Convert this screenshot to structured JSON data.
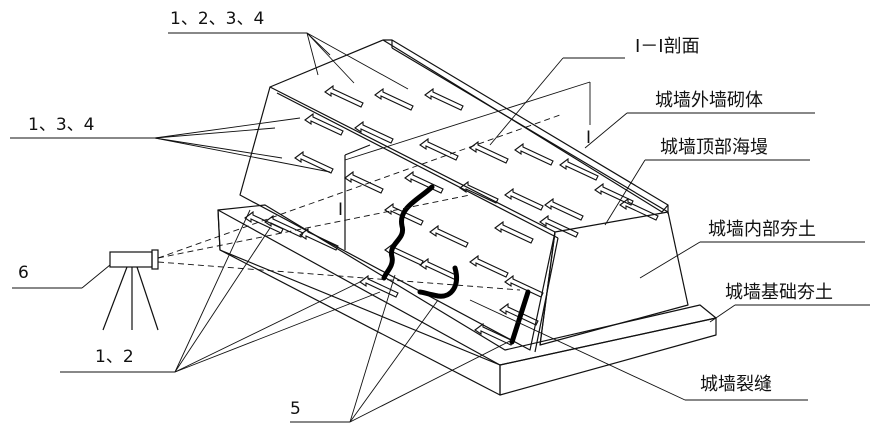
{
  "labels": {
    "group_1234": "1、2、3、4",
    "group_134": "1、3、4",
    "num_6": "6",
    "group_12": "1、2",
    "num_5": "5",
    "section": "I－I剖面",
    "outer_masonry": "城墙外墙砌体",
    "top_embankment": "城墙顶部海墁",
    "inner_rammed_earth": "城墙内部夯土",
    "foundation_rammed_earth": "城墙基础夯土",
    "crack": "城墙裂缝",
    "section_mark_right": "I",
    "section_mark_left": "I"
  },
  "colors": {
    "ink": "#111111",
    "background": "#ffffff"
  }
}
